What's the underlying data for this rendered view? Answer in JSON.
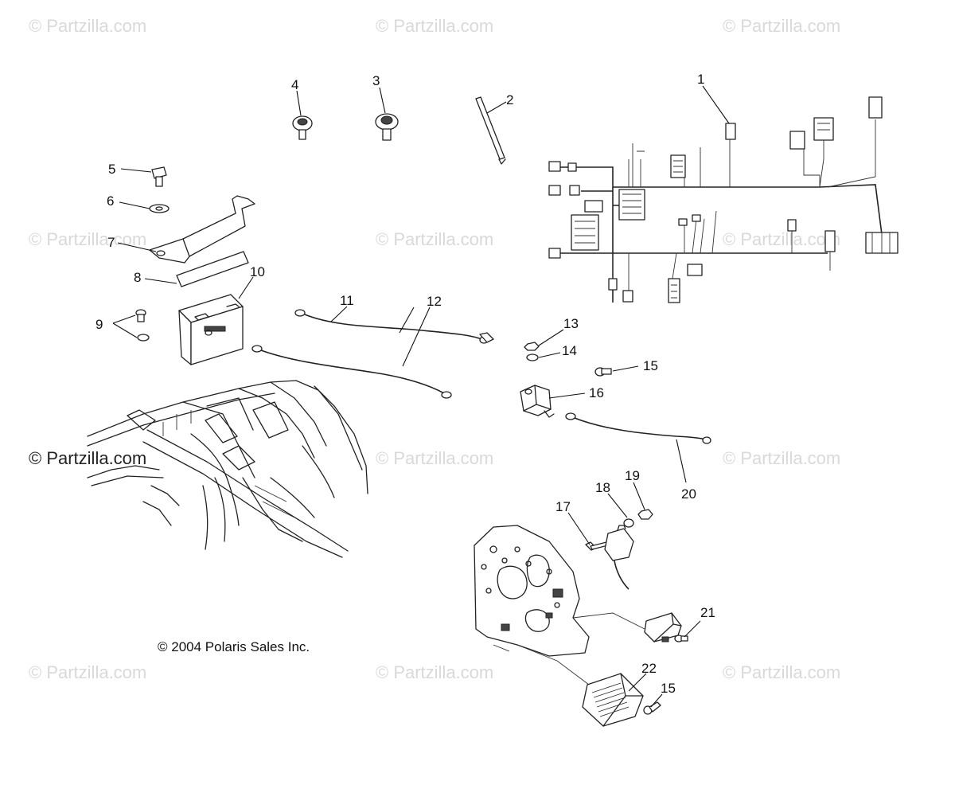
{
  "watermarks": {
    "text": "© Partzilla.com",
    "main_text": "© Partzilla.com"
  },
  "copyright": "© 2004 Polaris Sales Inc.",
  "callouts": {
    "c1": "1",
    "c2": "2",
    "c3": "3",
    "c4": "4",
    "c5": "5",
    "c6": "6",
    "c7": "7",
    "c8": "8",
    "c9": "9",
    "c10": "10",
    "c11": "11",
    "c12": "12",
    "c13": "13",
    "c14": "14",
    "c15a": "15",
    "c15b": "15",
    "c16": "16",
    "c17": "17",
    "c18": "18",
    "c19": "19",
    "c20": "20",
    "c21": "21",
    "c22": "22"
  }
}
